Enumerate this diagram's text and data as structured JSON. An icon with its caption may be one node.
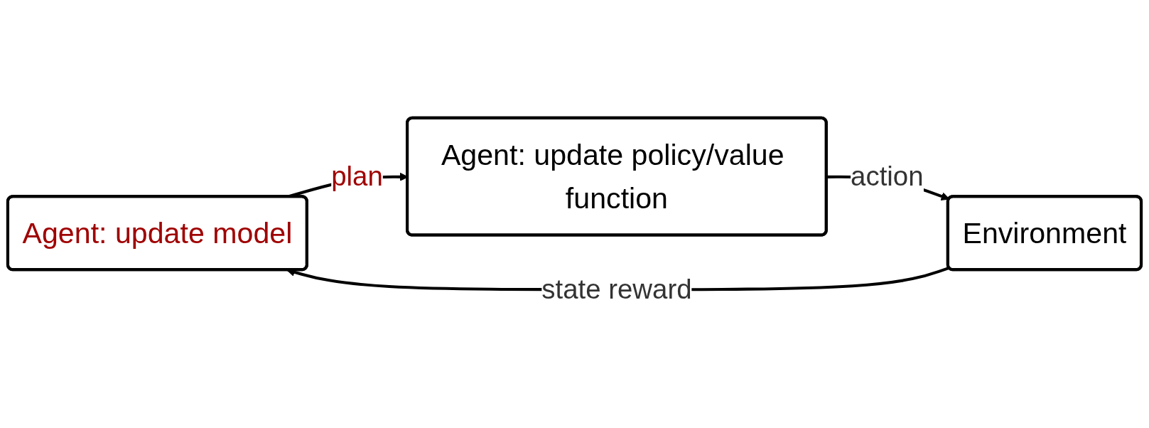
{
  "diagram": {
    "nodes": [
      {
        "text": [
          "Agent: update model"
        ]
      },
      {
        "text": [
          "Agent: update policy/value function"
        ]
      },
      {
        "text": [
          "Environment"
        ]
      }
    ],
    "edges": [
      {
        "from": 0,
        "to": 1,
        "arrow": "to",
        "label": "plan"
      },
      {
        "from": 1,
        "to": 2,
        "arrow": "to",
        "label": "action"
      },
      {
        "from": 2,
        "to": 0,
        "arrow": "to",
        "label": "state reward"
      }
    ]
  }
}
